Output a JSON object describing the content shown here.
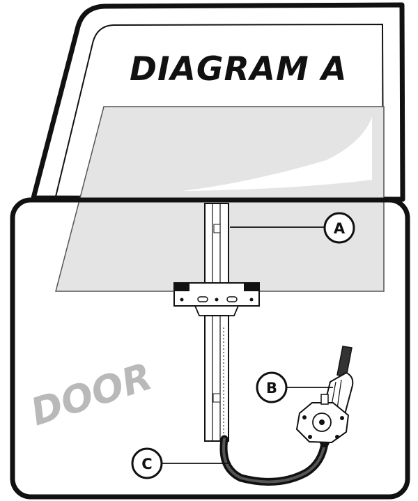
{
  "diagram": {
    "title": "DIAGRAM A",
    "door_label": "DOOR",
    "callouts": [
      {
        "id": "a",
        "letter": "A"
      },
      {
        "id": "b",
        "letter": "B"
      },
      {
        "id": "c",
        "letter": "C"
      }
    ]
  },
  "colors": {
    "outline": "#111111",
    "glass_fill": "#e4e4e4",
    "door_label": "#b9b9b9",
    "background": "#ffffff"
  }
}
